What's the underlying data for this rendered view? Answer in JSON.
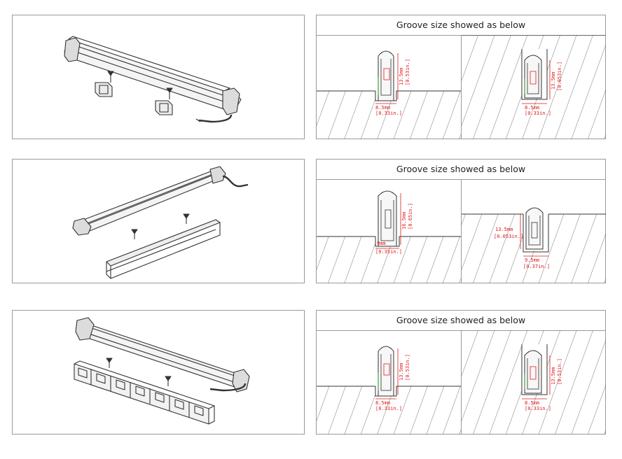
{
  "sections": [
    {
      "groove_title": "Groove size showed as below",
      "left_profile": {
        "height_label": "13.5mm",
        "height_in": "[0.53in.]",
        "width_label": "8.5mm",
        "width_in": "[0.33in.]"
      },
      "right_profile": {
        "height_label": "13.5mm",
        "height_in": "[0.053in.]",
        "width_label": "8.5mm",
        "width_in": "[0.33in.]"
      }
    },
    {
      "groove_title": "Groove size showed as below",
      "left_profile": {
        "height_label": "16.5mm",
        "height_in": "[0.65in.]",
        "width_label": "9mm",
        "width_in": "[0.35in.]"
      },
      "right_profile": {
        "height_label": "13.5mm",
        "height_in": "[0.053in.]",
        "width_label": "9.5mm",
        "width_in": "[0.37in.]"
      }
    },
    {
      "groove_title": "Groove size showed as below",
      "left_profile": {
        "height_label": "13.5mm",
        "height_in": "[0.53in.]",
        "width_label": "8.5mm",
        "width_in": "[0.33in.]"
      },
      "right_profile": {
        "height_label": "13.5mm",
        "height_in": "[0.53in.]",
        "width_label": "8.5mm",
        "width_in": "[0.33in.]"
      }
    }
  ],
  "colors": {
    "border": "#9a9a9a",
    "dimension": "#e0191b",
    "line": "#333333",
    "green": "#3aa63a"
  }
}
